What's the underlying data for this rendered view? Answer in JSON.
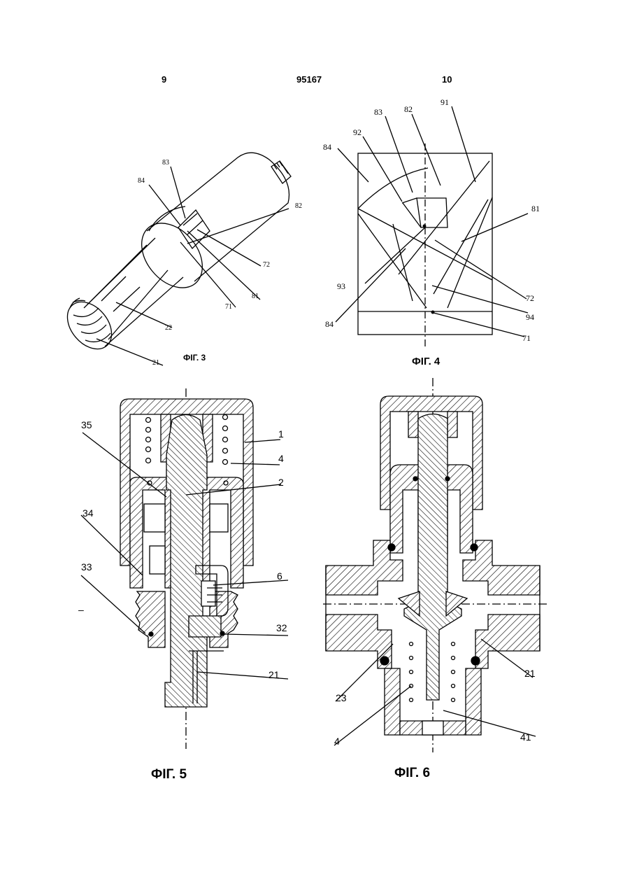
{
  "header": {
    "page_left": "9",
    "patent_number": "95167",
    "page_right": "10"
  },
  "figures": {
    "fig3": {
      "caption": "ФІГ. 3",
      "labels": {
        "l83": "83",
        "l84": "84",
        "l82": "82",
        "l72": "72",
        "l81": "81",
        "l71": "71",
        "l22": "22",
        "l21": "21"
      }
    },
    "fig4": {
      "caption": "ФІГ. 4",
      "labels": {
        "l83": "83",
        "l82": "82",
        "l91": "91",
        "l92": "92",
        "l84a": "84",
        "l81": "81",
        "l93": "93",
        "l72": "72",
        "l84b": "84",
        "l94": "94",
        "l71": "71"
      }
    },
    "fig5": {
      "caption": "ФІГ. 5",
      "labels": {
        "l35": "35",
        "l1": "1",
        "l4": "4",
        "l2": "2",
        "l34": "34",
        "l33": "33",
        "l6": "6",
        "l32": "32",
        "l21": "21",
        "dash": "–"
      }
    },
    "fig6": {
      "caption": "ФІГ. 6",
      "labels": {
        "l21": "21",
        "l23": "23",
        "l4": "4",
        "l41": "41"
      }
    }
  }
}
